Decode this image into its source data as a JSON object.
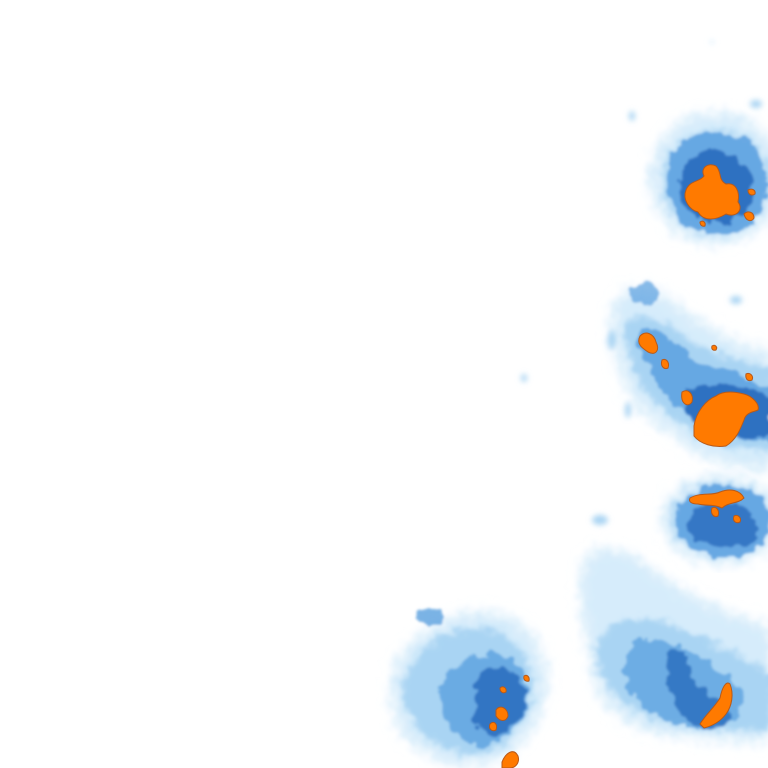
{
  "colors": {
    "background": "#ffffff",
    "haze": "#d6ecfb",
    "light": "#a9d4f3",
    "medium": "#5aa0df",
    "dark": "#1f63b8",
    "core": "#ff7a00",
    "core_outline": "#b85a1a"
  },
  "legend_levels": [
    "haze",
    "light",
    "medium",
    "dark",
    "core"
  ],
  "cells": [
    {
      "id": "cell-north"
    },
    {
      "id": "cell-upper-east"
    },
    {
      "id": "cell-central"
    },
    {
      "id": "cell-middle-east"
    },
    {
      "id": "cell-south-west"
    },
    {
      "id": "cell-south-east"
    }
  ]
}
